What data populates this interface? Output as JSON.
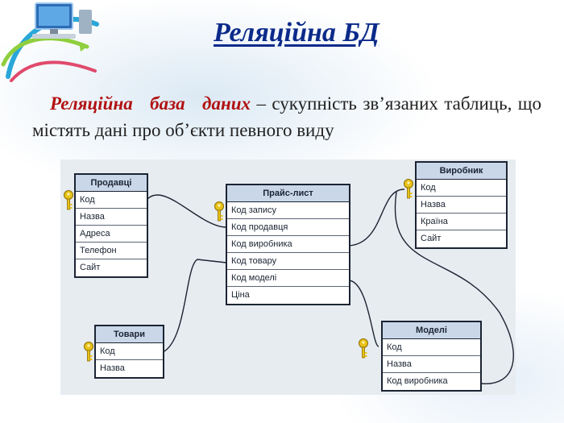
{
  "title": "Реляційна БД",
  "definition": {
    "term": "Реляційна база даних",
    "text": " – сукупність зв’язаних таблиць, що містять дані про об’єкти певного виду"
  },
  "tables": {
    "sellers": {
      "name": "Продавці",
      "fields": [
        "Код",
        "Назва",
        "Адреса",
        "Телефон",
        "Сайт"
      ]
    },
    "pricelist": {
      "name": "Прайс-лист",
      "fields": [
        "Код запису",
        "Код продавця",
        "Код виробника",
        "Код товару",
        "Код моделі",
        "Ціна"
      ]
    },
    "manufacturer": {
      "name": "Виробник",
      "fields": [
        "Код",
        "Назва",
        "Країна",
        "Сайт"
      ]
    },
    "goods": {
      "name": "Товари",
      "fields": [
        "Код",
        "Назва"
      ]
    },
    "models": {
      "name": "Моделі",
      "fields": [
        "Код",
        "Назва",
        "Код виробника"
      ]
    }
  },
  "icons": [
    "logo-computer-icon",
    "key-icon"
  ],
  "colors": {
    "title": "#0b2a8a",
    "term": "#b11111",
    "key": "#e8c21a",
    "header_fill": "#c9d7e9",
    "panel": "#e7ecf1"
  }
}
